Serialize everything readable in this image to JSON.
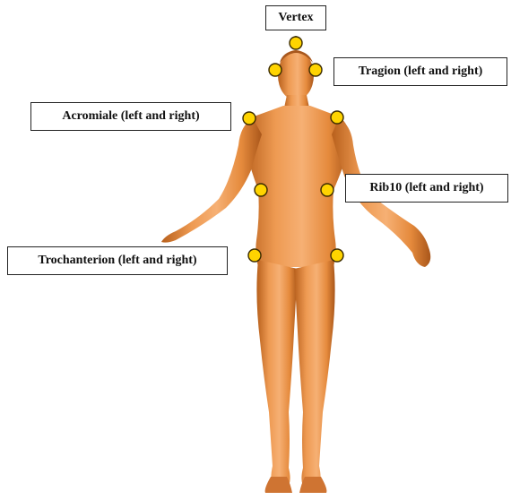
{
  "labels": {
    "vertex": "Vertex",
    "tragion": "Tragion (left and right)",
    "acromiale": "Acromiale (left and right)",
    "rib10": "Rib10 (left and right)",
    "trochanterion": "Trochanterion (left and right)"
  },
  "colors": {
    "skin": "#e58a3c",
    "skin_shadow": "#b8601c",
    "skin_highlight": "#f6b074",
    "marker_fill": "#ffd400",
    "marker_stroke": "#3a2a00",
    "label_border": "#222222"
  }
}
